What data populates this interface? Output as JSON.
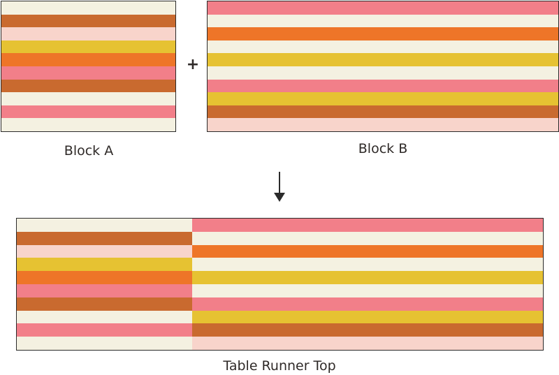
{
  "colors": {
    "cream": "#f4f1e1",
    "rust": "#c96a2f",
    "blush": "#f8d4cb",
    "mustard": "#e6c232",
    "orange": "#ee7528",
    "pink": "#f27f89"
  },
  "blocks": {
    "block_a": {
      "label": "Block A",
      "stripes": [
        "cream",
        "rust",
        "blush",
        "mustard",
        "orange",
        "pink",
        "rust",
        "cream",
        "pink",
        "cream"
      ]
    },
    "block_b": {
      "label": "Block B",
      "stripes": [
        "pink",
        "cream",
        "orange",
        "cream",
        "mustard",
        "cream",
        "pink",
        "mustard",
        "rust",
        "blush"
      ]
    }
  },
  "operator": "+",
  "result": {
    "label": "Table Runner Top",
    "arrow_icon": "down-arrow-icon"
  }
}
